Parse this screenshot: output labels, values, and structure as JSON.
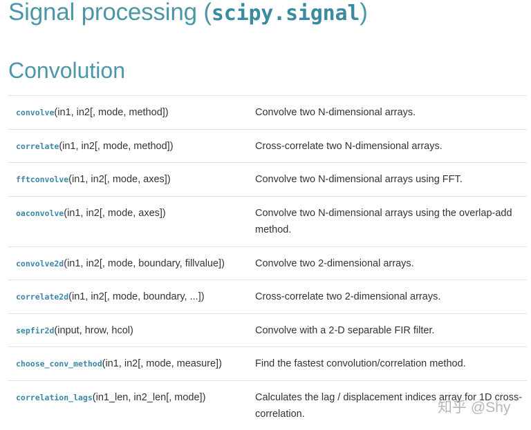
{
  "page": {
    "title_text": "Signal processing (",
    "title_code": "scipy.signal",
    "title_close": ")",
    "section_title": "Convolution"
  },
  "rows": [
    {
      "fn": "convolve",
      "args": "(in1, in2[, mode, method])",
      "desc": "Convolve two N-dimensional arrays."
    },
    {
      "fn": "correlate",
      "args": "(in1, in2[, mode, method])",
      "desc": "Cross-correlate two N-dimensional arrays."
    },
    {
      "fn": "fftconvolve",
      "args": "(in1, in2[, mode, axes])",
      "desc": "Convolve two N-dimensional arrays using FFT."
    },
    {
      "fn": "oaconvolve",
      "args": "(in1, in2[, mode, axes])",
      "desc": "Convolve two N-dimensional arrays using the overlap-add method."
    },
    {
      "fn": "convolve2d",
      "args": "(in1, in2[, mode, boundary, fillvalue])",
      "desc": "Convolve two 2-dimensional arrays."
    },
    {
      "fn": "correlate2d",
      "args": "(in1, in2[, mode, boundary, ...])",
      "desc": "Cross-correlate two 2-dimensional arrays."
    },
    {
      "fn": "sepfir2d",
      "args": "(input, hrow, hcol)",
      "desc": "Convolve with a 2-D separable FIR filter."
    },
    {
      "fn": "choose_conv_method",
      "args": "(in1, in2[, mode, measure])",
      "desc": "Find the fastest convolution/correlation method."
    },
    {
      "fn": "correlation_lags",
      "args": "(in1_len, in2_len[, mode])",
      "desc": "Calculates the lag / displacement indices array for 1D cross-correlation."
    }
  ],
  "watermark": "知乎 @Shy",
  "colors": {
    "heading": "#4b97a8",
    "link_code": "#3a87a8",
    "text": "#333333",
    "rule": "#e1e1e1"
  }
}
